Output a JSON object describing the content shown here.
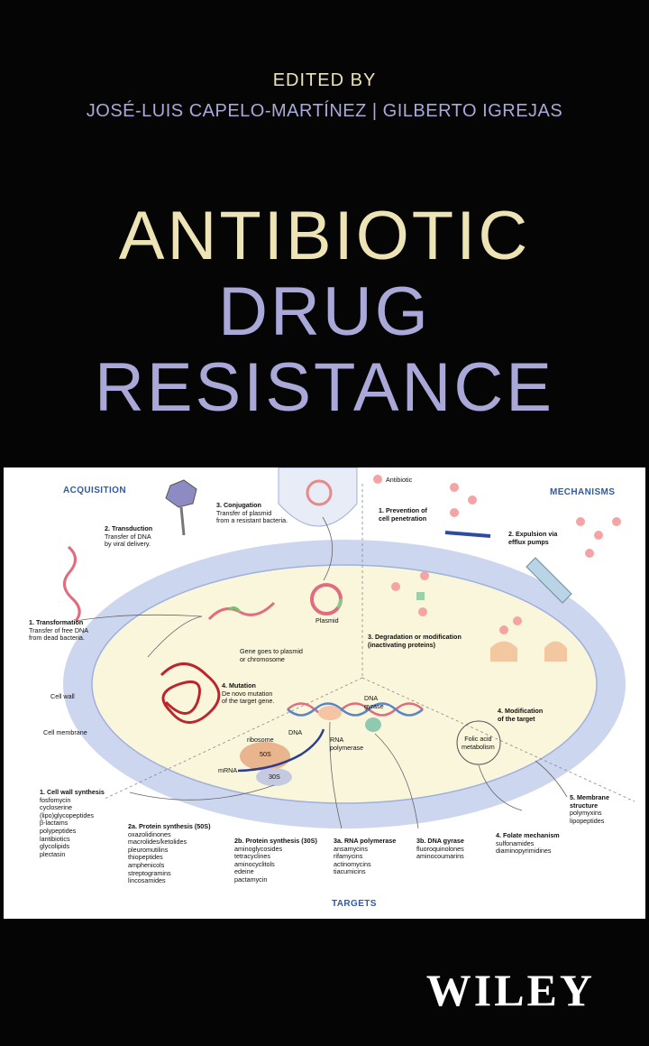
{
  "cover": {
    "edited_by": "EDITED BY",
    "editors": "JOSÉ-LUIS CAPELO-MARTÍNEZ | GILBERTO IGREJAS",
    "title_line1": "ANTIBIOTIC",
    "title_line2": "DRUG",
    "title_line3": "RESISTANCE",
    "publisher": "WILEY"
  },
  "diagram": {
    "acquisition": "ACQUISITION",
    "mechanisms": "MECHANISMS",
    "targets": "TARGETS",
    "legend_antibiotic": "Antibiotic",
    "transformation": {
      "title": "1. Transformation",
      "text": "Transfer of free DNA\nfrom dead bacteria."
    },
    "transduction": {
      "title": "2. Transduction",
      "text": "Transfer of DNA\nby viral delivery."
    },
    "conjugation": {
      "title": "3. Conjugation",
      "text": "Transfer of plasmid\nfrom a resistant bacteria."
    },
    "plasmid": "Plasmid",
    "gene_note": "Gene goes to plasmid\nor chromosome",
    "mutation": {
      "title": "4. Mutation",
      "text": "De novo mutation\nof the target gene."
    },
    "cell_wall": "Cell wall",
    "cell_membrane": "Cell membrane",
    "prevention": {
      "title": "1. Prevention of\ncell penetration"
    },
    "expulsion": {
      "title": "2. Expulsion via\nefflux pumps"
    },
    "degradation": {
      "title": "3. Degradation or modification\n(inactivating proteins)"
    },
    "modification": {
      "title": "4. Modification\nof the target"
    },
    "dna": "DNA",
    "dna_gyrase": "DNA\ngyrase",
    "ribosome": "ribosome",
    "r50s": "50S",
    "r30s": "30S",
    "mrna": "mRNA",
    "rna_polymerase": "RNA\npolymerase",
    "folic_acid": "Folic acid\nmetabolism",
    "t1": {
      "title": "1. Cell wall synthesis",
      "text": "fosfomycin\ncycloserine\n(lipo)glycopeptides\nβ-lactams\npolypeptides\nlantibiotics\nglycolipids\nplectasin"
    },
    "t2a": {
      "title": "2a. Protein synthesis (50S)",
      "text": "oxazolidinones\nmacrolides/ketolides\npleuromutilins\nthiopeptides\namphenicols\nstreptogramins\nlincosamides"
    },
    "t2b": {
      "title": "2b. Protein synthesis (30S)",
      "text": "aminoglycosides\ntetracyclines\naminocyclitols\nedeine\npactamycin"
    },
    "t3a": {
      "title": "3a. RNA polymerase",
      "text": "ansamycins\nrifamycins\nactinomycins\ntiacumicins"
    },
    "t3b": {
      "title": "3b. DNA gyrase",
      "text": "fluoroquinolones\naminocoumarins"
    },
    "t4": {
      "title": "4. Folate mechanism",
      "text": "sulfonamides\ndiaminopyrimidines"
    },
    "t5": {
      "title": "5. Membrane\nstructure",
      "text": "polymyxins\nlipopeptides"
    }
  },
  "colors": {
    "background": "#000000",
    "title_cream": "#ede3b4",
    "title_lavender": "#a9a8d8",
    "header_blue": "#2f5aa8",
    "cell_wall": "#cdd6ef",
    "cytoplasm": "#faf6dc",
    "antibiotic": "#f08a8a"
  }
}
